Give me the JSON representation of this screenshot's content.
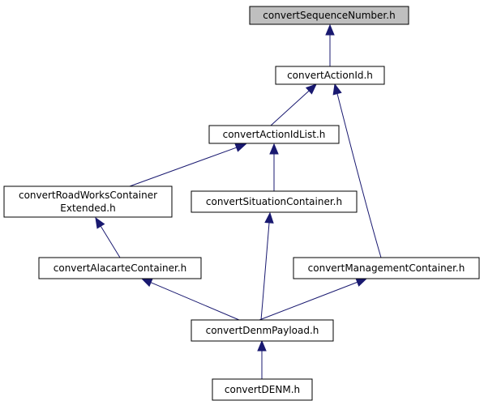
{
  "diagram": {
    "nodes": [
      {
        "id": "seq",
        "lines": [
          "convertSequenceNumber.h"
        ],
        "current": true
      },
      {
        "id": "action",
        "lines": [
          "convertActionId.h"
        ]
      },
      {
        "id": "list",
        "lines": [
          "convertActionIdList.h"
        ]
      },
      {
        "id": "road",
        "lines": [
          "convertRoadWorksContainer",
          "Extended.h"
        ]
      },
      {
        "id": "sit",
        "lines": [
          "convertSituationContainer.h"
        ]
      },
      {
        "id": "alac",
        "lines": [
          "convertAlacarteContainer.h"
        ]
      },
      {
        "id": "mgmt",
        "lines": [
          "convertManagementContainer.h"
        ]
      },
      {
        "id": "denmp",
        "lines": [
          "convertDenmPayload.h"
        ]
      },
      {
        "id": "denm",
        "lines": [
          "convertDENM.h"
        ]
      }
    ],
    "edges": [
      {
        "from": "action",
        "to": "seq"
      },
      {
        "from": "list",
        "to": "action"
      },
      {
        "from": "mgmt",
        "to": "action"
      },
      {
        "from": "road",
        "to": "list"
      },
      {
        "from": "sit",
        "to": "list"
      },
      {
        "from": "alac",
        "to": "road"
      },
      {
        "from": "denmp",
        "to": "sit"
      },
      {
        "from": "denmp",
        "to": "alac"
      },
      {
        "from": "denmp",
        "to": "mgmt"
      },
      {
        "from": "denm",
        "to": "denmp"
      }
    ],
    "colors": {
      "edge": "#191970",
      "node_border": "#000000",
      "node_fill": "#ffffff",
      "current_fill": "#bfbfbf",
      "text": "#000000"
    }
  }
}
